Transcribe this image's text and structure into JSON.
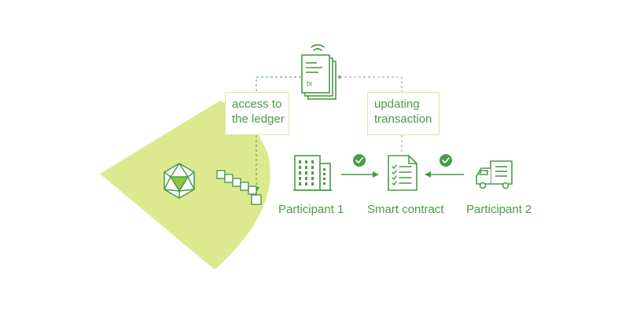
{
  "labels": {
    "access_line1": "access to",
    "access_line2": "the ledger",
    "updating_line1": "updating",
    "updating_line2": "transaction",
    "participant1": "Participant 1",
    "smart_contract": "Smart contract",
    "participant2": "Participant 2",
    "tx": "tx"
  },
  "colors": {
    "green": "#4a9a48",
    "light_green": "#dce98e",
    "dashed_grey": "#9a9a9a"
  },
  "icons": [
    "wifi-icon",
    "document-stack-icon",
    "icosahedron-icon",
    "block-chain-icon",
    "office-building-icon",
    "checklist-document-icon",
    "delivery-truck-icon",
    "check-badge-icon",
    "arrow-right-icon",
    "arrow-left-icon"
  ]
}
